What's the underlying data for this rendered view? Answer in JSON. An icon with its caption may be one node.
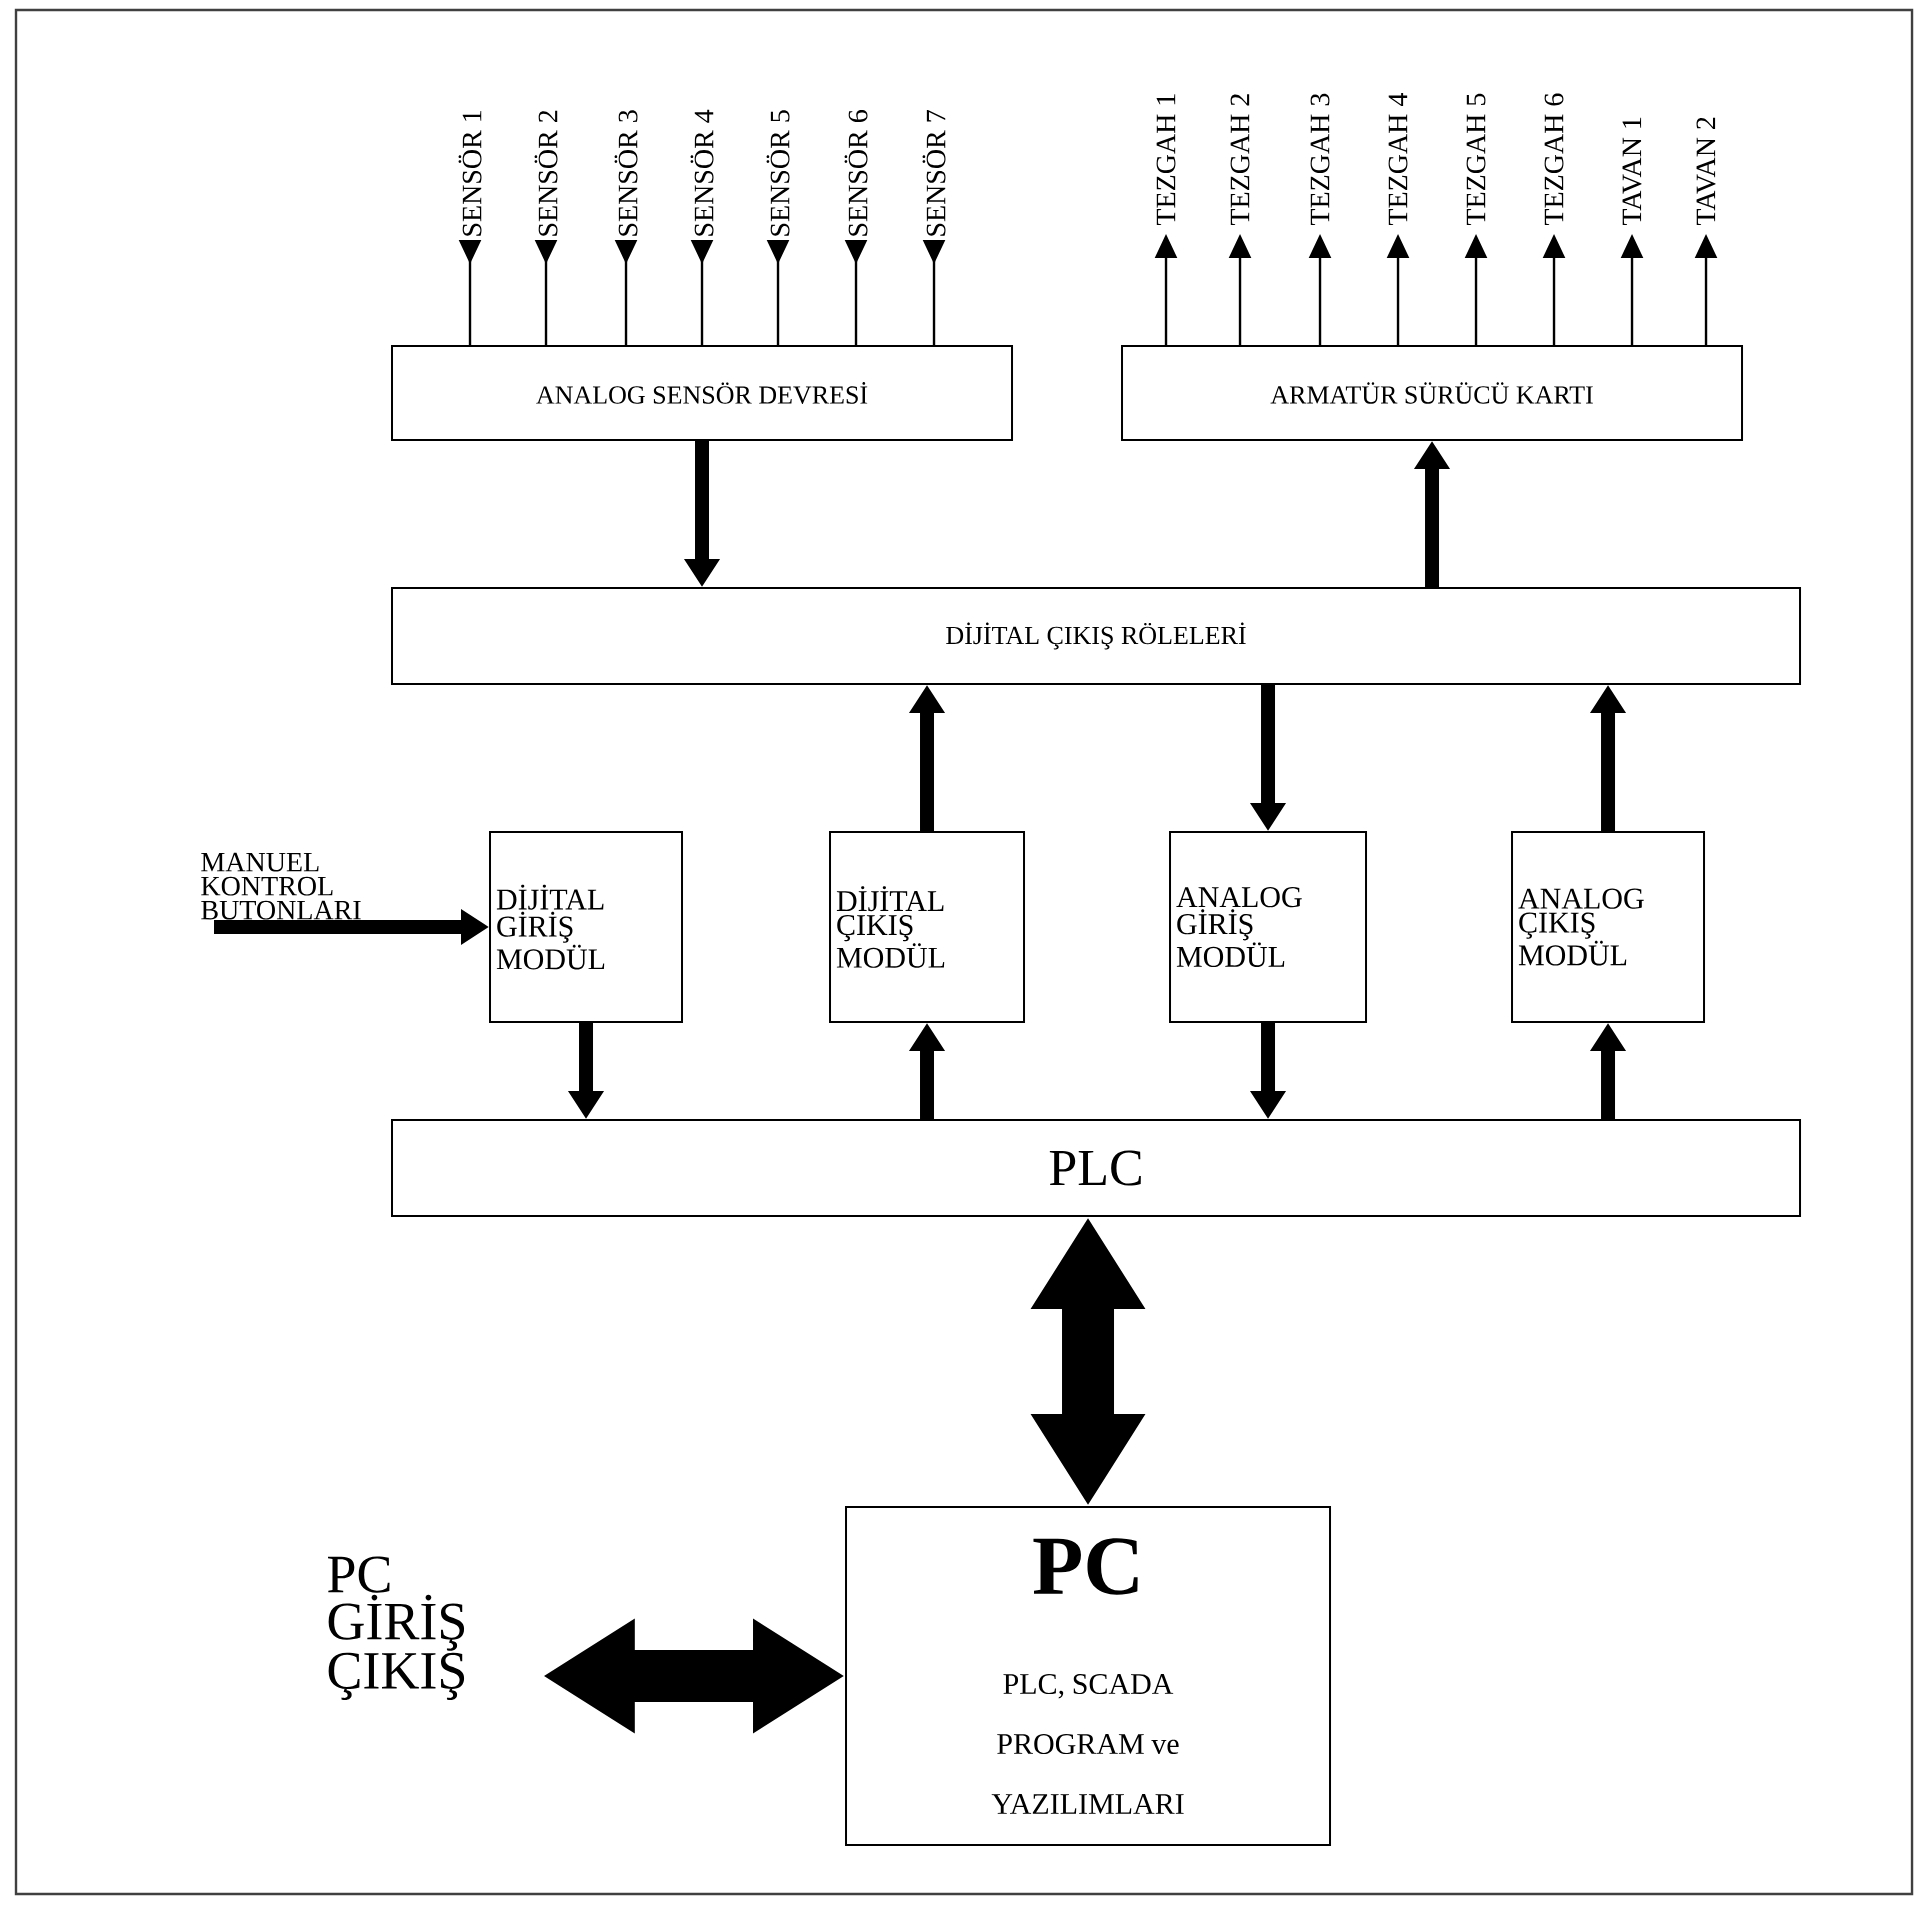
{
  "diagram": {
    "nodes": [
      {
        "text": [
          "SENSÖR 1"
        ]
      },
      {
        "text": [
          "SENSÖR 2"
        ]
      },
      {
        "text": [
          "SENSÖR 3"
        ]
      },
      {
        "text": [
          "SENSÖR 4"
        ]
      },
      {
        "text": [
          "SENSÖR 5"
        ]
      },
      {
        "text": [
          "SENSÖR 6"
        ]
      },
      {
        "text": [
          "SENSÖR 7"
        ]
      },
      {
        "text": [
          "ANALOG SENSÖR DEVRESİ"
        ]
      },
      {
        "text": [
          "TEZGAH 1"
        ]
      },
      {
        "text": [
          "TEZGAH 2"
        ]
      },
      {
        "text": [
          "TEZGAH 3"
        ]
      },
      {
        "text": [
          "TEZGAH 4"
        ]
      },
      {
        "text": [
          "TEZGAH 5"
        ]
      },
      {
        "text": [
          "TEZGAH 6"
        ]
      },
      {
        "text": [
          "TAVAN 1"
        ]
      },
      {
        "text": [
          "TAVAN 2"
        ]
      },
      {
        "text": [
          "ARMATÜR SÜRÜCÜ KARTI"
        ]
      },
      {
        "text": [
          "DİJİTAL ÇIKIŞ RÖLELERİ"
        ]
      },
      {
        "text": [
          "MANUEL KONTROL BUTONLARI"
        ]
      },
      {
        "text": [
          "DİJİTAL GİRİŞ MODÜL"
        ]
      },
      {
        "text": [
          "DİJİTAL ÇIKIŞ MODÜL"
        ]
      },
      {
        "text": [
          "ANALOG GİRİŞ MODÜL"
        ]
      },
      {
        "text": [
          "ANALOG ÇIKIŞ MODÜL"
        ]
      },
      {
        "text": [
          "PLC"
        ]
      },
      {
        "text": [
          "PC",
          "PLC, SCADA PROGRAM ve YAZILIMLARI"
        ]
      },
      {
        "text": [
          "PC GİRİŞ ÇIKIŞ"
        ]
      }
    ],
    "edges": [
      {
        "from": 0,
        "to": 7,
        "arrow": "to"
      },
      {
        "from": 1,
        "to": 7,
        "arrow": "to"
      },
      {
        "from": 2,
        "to": 7,
        "arrow": "to"
      },
      {
        "from": 3,
        "to": 7,
        "arrow": "to"
      },
      {
        "from": 4,
        "to": 7,
        "arrow": "to"
      },
      {
        "from": 5,
        "to": 7,
        "arrow": "to"
      },
      {
        "from": 6,
        "to": 7,
        "arrow": "to"
      },
      {
        "from": 16,
        "to": 8,
        "arrow": "to"
      },
      {
        "from": 16,
        "to": 9,
        "arrow": "to"
      },
      {
        "from": 16,
        "to": 10,
        "arrow": "to"
      },
      {
        "from": 16,
        "to": 11,
        "arrow": "to"
      },
      {
        "from": 16,
        "to": 12,
        "arrow": "to"
      },
      {
        "from": 16,
        "to": 13,
        "arrow": "to"
      },
      {
        "from": 16,
        "to": 14,
        "arrow": "to"
      },
      {
        "from": 16,
        "to": 15,
        "arrow": "to"
      },
      {
        "from": 7,
        "to": 17,
        "arrow": "to",
        "style": "thick"
      },
      {
        "from": 17,
        "to": 16,
        "arrow": "to",
        "style": "thick"
      },
      {
        "from": 20,
        "to": 17,
        "arrow": "to",
        "style": "thick"
      },
      {
        "from": 17,
        "to": 21,
        "arrow": "to",
        "style": "thick"
      },
      {
        "from": 22,
        "to": 17,
        "arrow": "to",
        "style": "thick"
      },
      {
        "from": 18,
        "to": 19,
        "arrow": "to",
        "style": "thick"
      },
      {
        "from": 19,
        "to": 23,
        "arrow": "to",
        "style": "thick"
      },
      {
        "from": 23,
        "to": 20,
        "arrow": "to",
        "style": "thick"
      },
      {
        "from": 21,
        "to": 23,
        "arrow": "to",
        "style": "thick"
      },
      {
        "from": 23,
        "to": 22,
        "arrow": "to",
        "style": "thick"
      },
      {
        "from": 23,
        "to": 24,
        "arrow": "both",
        "style": "thick"
      },
      {
        "from": 24,
        "to": 25,
        "arrow": "both",
        "style": "thick"
      }
    ]
  }
}
